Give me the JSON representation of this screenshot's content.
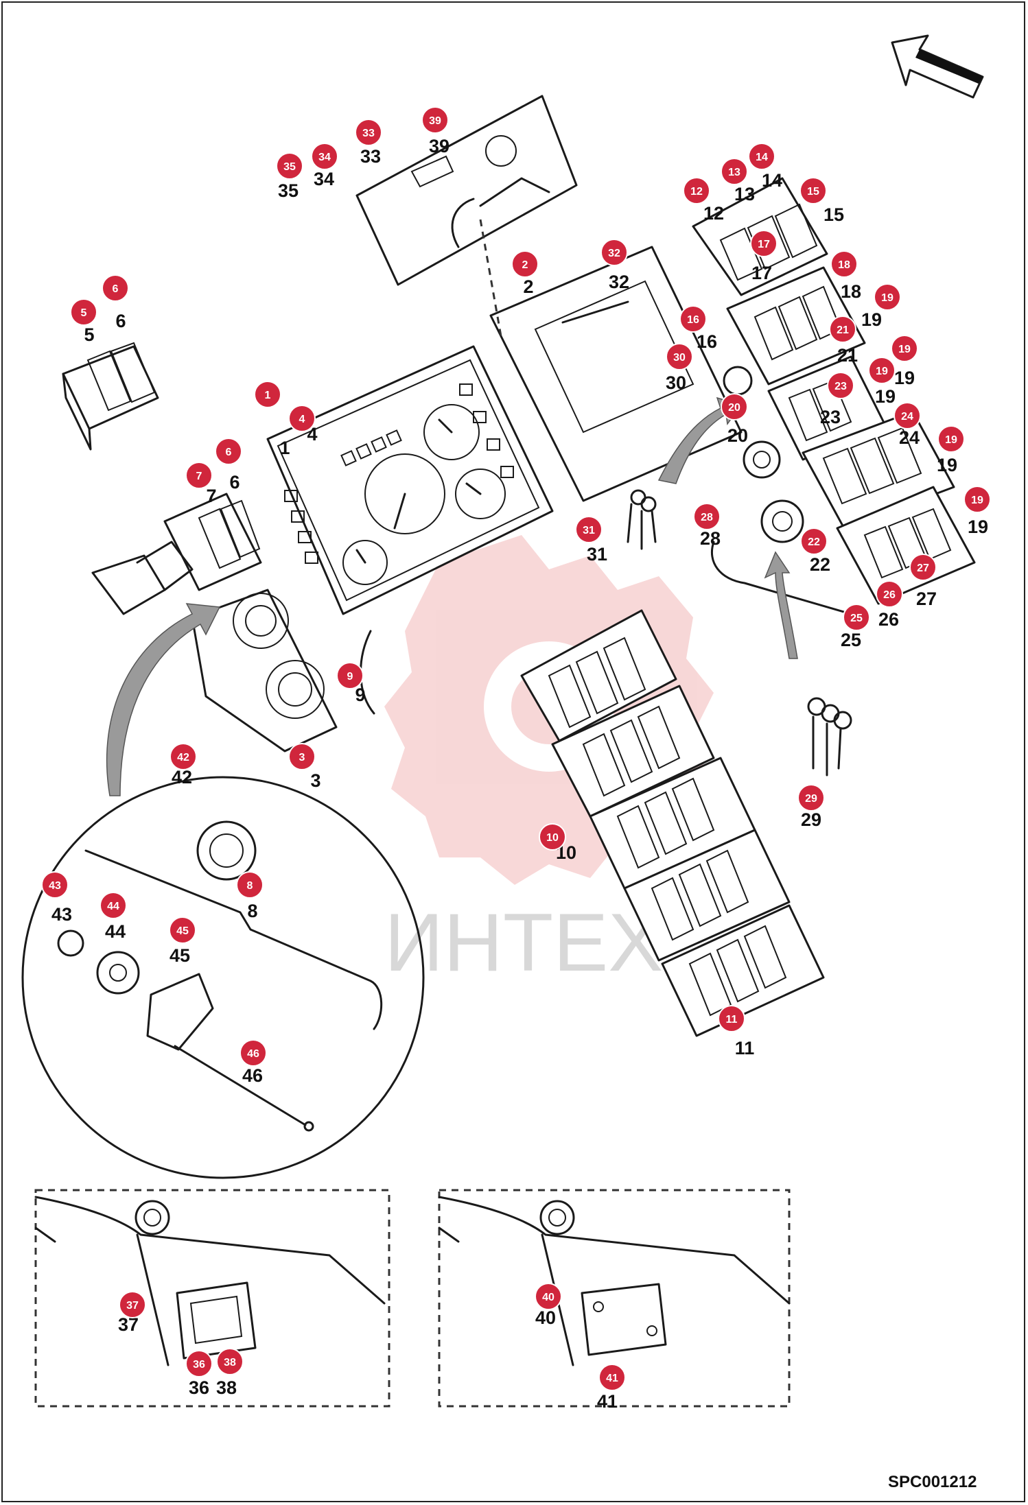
{
  "drawing_code": "SPC001212",
  "watermark_text": "ИНТЕХ",
  "colors": {
    "callout_badge": "#d0263c",
    "watermark": "#f2b8b8",
    "line": "#1a1a1a"
  },
  "callouts": [
    {
      "id": "c1",
      "number": "1"
    },
    {
      "id": "c2",
      "number": "2"
    },
    {
      "id": "c3",
      "number": "3"
    },
    {
      "id": "c4",
      "number": "4"
    },
    {
      "id": "c5",
      "number": "5"
    },
    {
      "id": "c6a",
      "number": "6"
    },
    {
      "id": "c6b",
      "number": "6"
    },
    {
      "id": "c7",
      "number": "7"
    },
    {
      "id": "c8",
      "number": "8"
    },
    {
      "id": "c9",
      "number": "9"
    },
    {
      "id": "c10",
      "number": "10"
    },
    {
      "id": "c11",
      "number": "11"
    },
    {
      "id": "c12",
      "number": "12"
    },
    {
      "id": "c13",
      "number": "13"
    },
    {
      "id": "c14",
      "number": "14"
    },
    {
      "id": "c15",
      "number": "15"
    },
    {
      "id": "c16",
      "number": "16"
    },
    {
      "id": "c17",
      "number": "17"
    },
    {
      "id": "c18",
      "number": "18"
    },
    {
      "id": "c19a",
      "number": "19"
    },
    {
      "id": "c19b",
      "number": "19"
    },
    {
      "id": "c19c",
      "number": "19"
    },
    {
      "id": "c19d",
      "number": "19"
    },
    {
      "id": "c19e",
      "number": "19"
    },
    {
      "id": "c20",
      "number": "20"
    },
    {
      "id": "c21",
      "number": "21"
    },
    {
      "id": "c22",
      "number": "22"
    },
    {
      "id": "c23",
      "number": "23"
    },
    {
      "id": "c24",
      "number": "24"
    },
    {
      "id": "c25",
      "number": "25"
    },
    {
      "id": "c26",
      "number": "26"
    },
    {
      "id": "c27",
      "number": "27"
    },
    {
      "id": "c28",
      "number": "28"
    },
    {
      "id": "c29",
      "number": "29"
    },
    {
      "id": "c30",
      "number": "30"
    },
    {
      "id": "c31",
      "number": "31"
    },
    {
      "id": "c32",
      "number": "32"
    },
    {
      "id": "c33",
      "number": "33"
    },
    {
      "id": "c34",
      "number": "34"
    },
    {
      "id": "c35",
      "number": "35"
    },
    {
      "id": "c36",
      "number": "36"
    },
    {
      "id": "c37",
      "number": "37"
    },
    {
      "id": "c38",
      "number": "38"
    },
    {
      "id": "c39",
      "number": "39"
    },
    {
      "id": "c40",
      "number": "40"
    },
    {
      "id": "c41",
      "number": "41"
    },
    {
      "id": "c42",
      "number": "42"
    },
    {
      "id": "c43",
      "number": "43"
    },
    {
      "id": "c44",
      "number": "44"
    },
    {
      "id": "c45",
      "number": "45"
    },
    {
      "id": "c46",
      "number": "46"
    }
  ]
}
